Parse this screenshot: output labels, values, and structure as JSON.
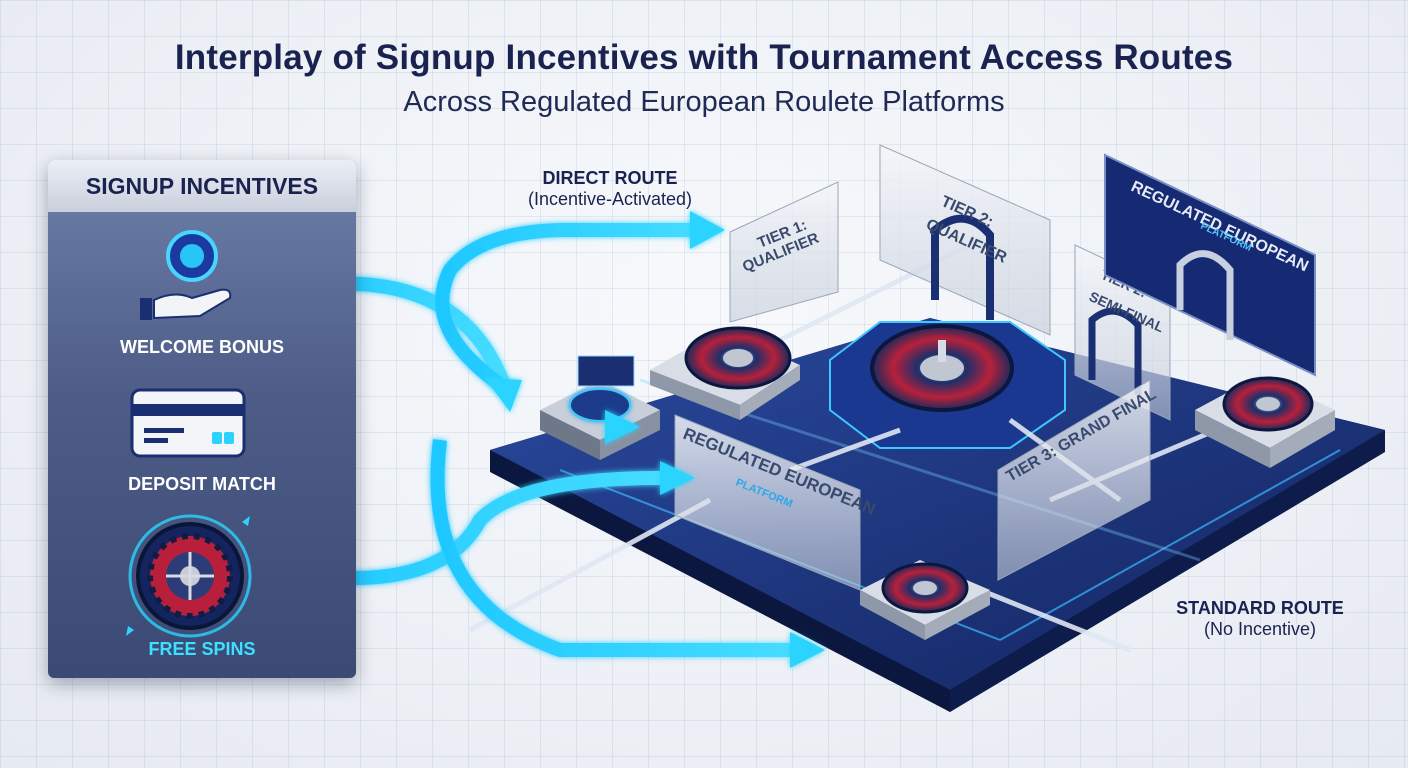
{
  "title": "Interplay of Signup Incentives with Tournament Access Routes",
  "subtitle": "Across Regulated European Roulete Platforms",
  "incentives": {
    "header": "SIGNUP INCENTIVES",
    "items": [
      {
        "label": "WELCOME BONUS",
        "icon": "hand-chip-icon"
      },
      {
        "label": "DEPOSIT MATCH",
        "icon": "credit-card-icon"
      },
      {
        "label": "FREE SPINS",
        "icon": "roulette-wheel-icon"
      }
    ]
  },
  "routes": {
    "direct": {
      "main": "DIRECT ROUTE",
      "sub": "(Incentive-Activated)"
    },
    "standard": {
      "main": "STANDARD ROUTE",
      "sub": "(No Incentive)"
    }
  },
  "signs": {
    "tier1": {
      "line1": "TIER 1:",
      "line2": "QUALIFIER"
    },
    "tier2_qualifier": {
      "line1": "TIER 2:",
      "line2": "QUALIFIER"
    },
    "tier2_semifinal": {
      "line1": "TIER 2:",
      "line2": "SEMI-FINAL"
    },
    "tier3": {
      "line1": "TIER 3: GRAND FINAL"
    },
    "platform_front": {
      "line1": "REGULATED EUROPEAN",
      "line2": "PLATFORM"
    },
    "platform_back": {
      "line1": "REGULATED EUROPEAN",
      "line2": "PLATFORM"
    }
  },
  "colors": {
    "navy": "#1a2350",
    "arrow": "#2ad4ff",
    "platform": "#1c3278",
    "accent": "#39c8ff"
  }
}
